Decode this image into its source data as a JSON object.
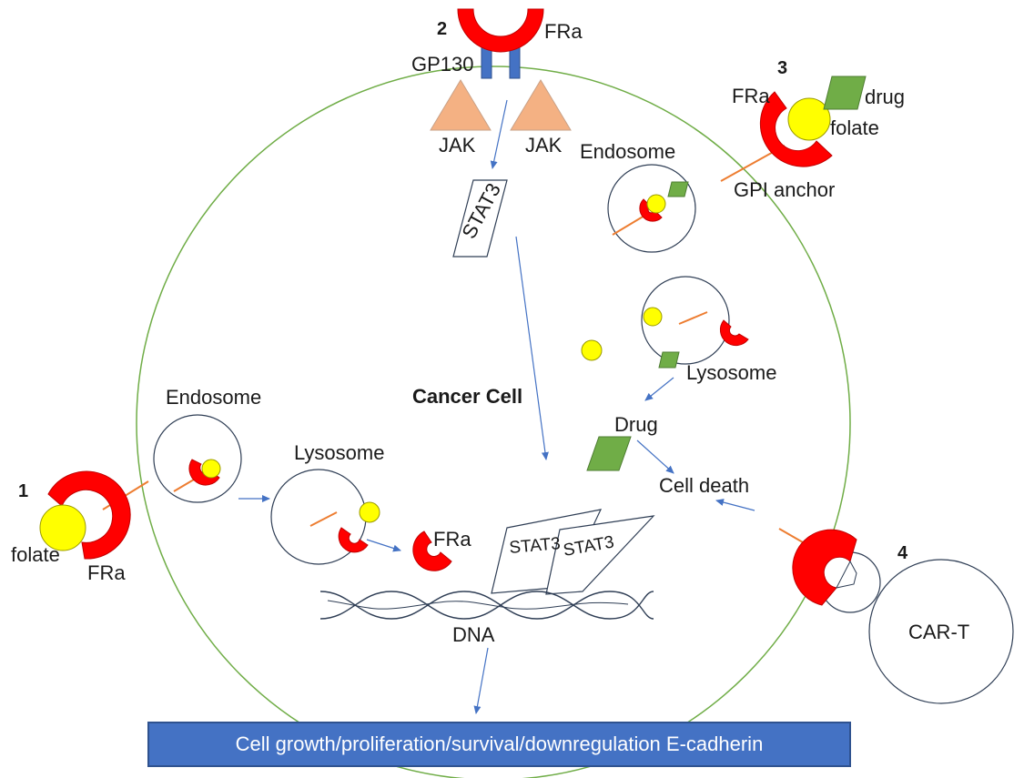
{
  "labels": {
    "n1": "1",
    "n2": "2",
    "n3": "3",
    "n4": "4",
    "gp130": "GP130",
    "fra_top": "FRa",
    "jak_left": "JAK",
    "jak_right": "JAK",
    "stat3_top": "STAT3",
    "fra_3": "FRa",
    "drug_3": "drug",
    "folate_3": "folate",
    "gpi_anchor": "GPI anchor",
    "endosome_right": "Endosome",
    "lysosome_right": "Lysosome",
    "drug_mid": "Drug",
    "cell_death": "Cell death",
    "cancer_cell": "Cancer Cell",
    "endosome_left": "Endosome",
    "lysosome_left": "Lysosome",
    "fra_free": "FRa",
    "folate_1": "folate",
    "fra_1": "FRa",
    "stat3_dna_a": "STAT3",
    "stat3_dna_b": "STAT3",
    "dna": "DNA",
    "cart": "CAR-T"
  },
  "banner": "Cell growth/proliferation/survival/downregulation E-cadherin",
  "colors": {
    "membrane": "#70ad47",
    "receptor": "#ff0000",
    "folate": "#ffff00",
    "drug": "#70ad47",
    "jak": "#f4b183",
    "gp130": "#4472c4",
    "anchor": "#ed7d31",
    "arrow": "#4472c4",
    "outline": "#2f3e55",
    "banner": "#4472c4"
  }
}
